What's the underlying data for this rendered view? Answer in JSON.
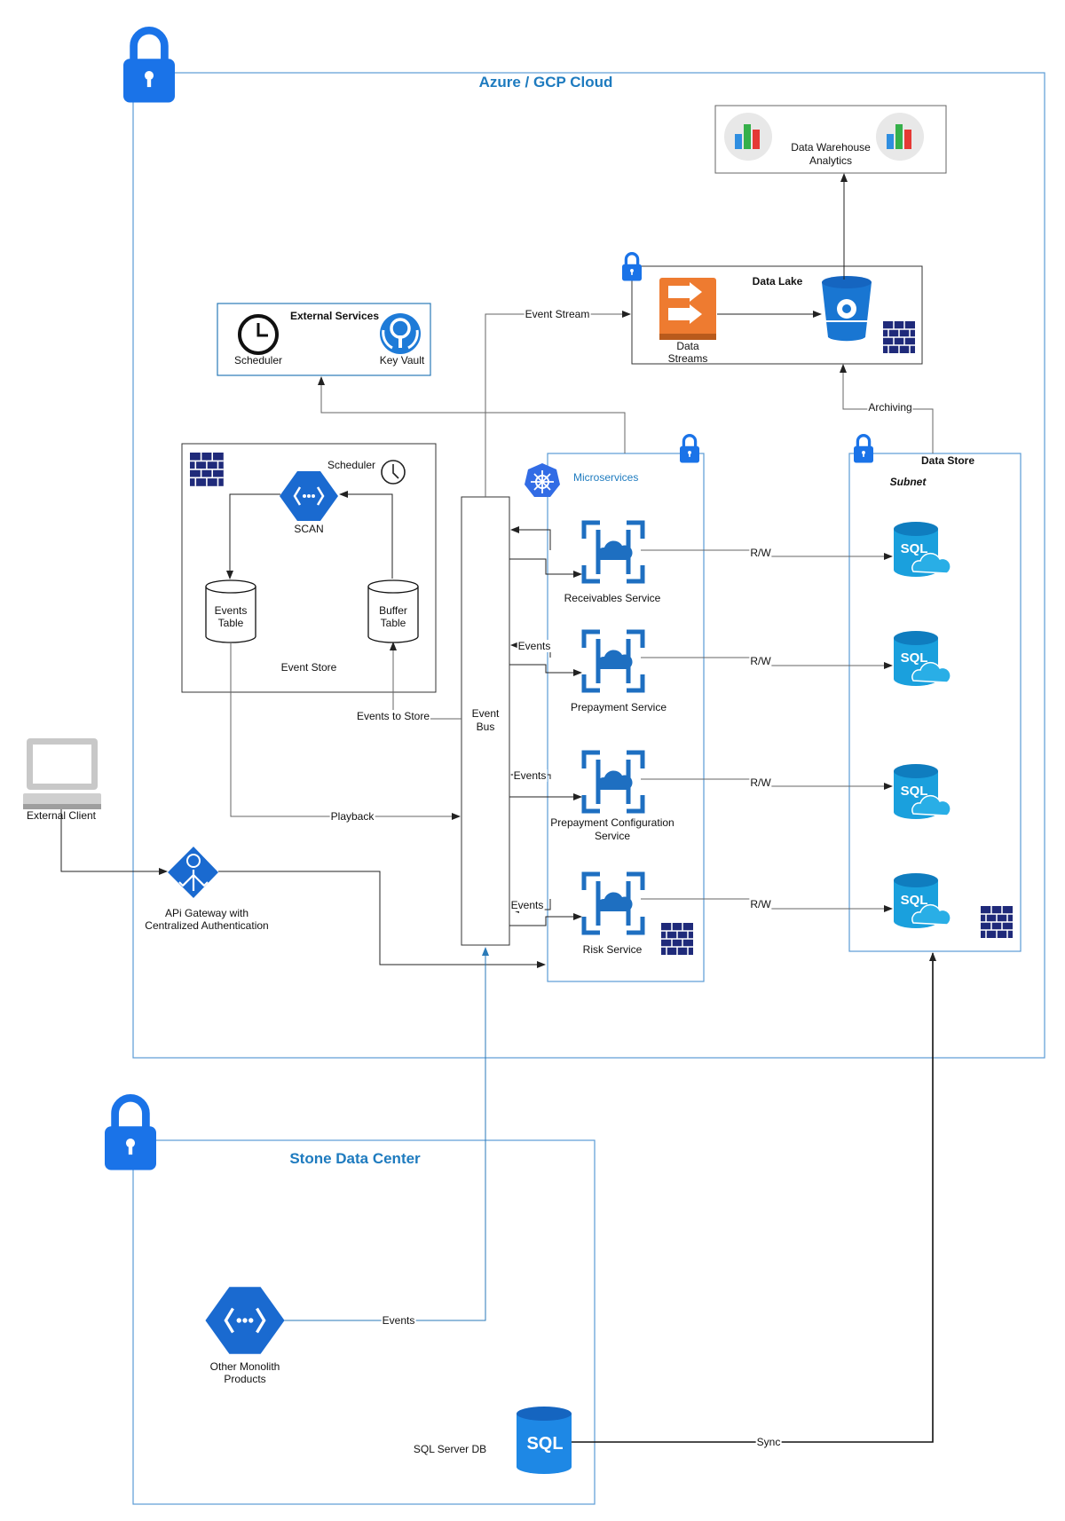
{
  "regions": {
    "cloud_title": "Azure / GCP Cloud",
    "datacenter_title": "Stone Data Center"
  },
  "warehouse": {
    "label_1": "Data Warehouse",
    "label_2": "Analytics"
  },
  "data_lake": {
    "title": "Data Lake",
    "streams_1": "Data",
    "streams_2": "Streams"
  },
  "external_services": {
    "title": "External Services",
    "scheduler": "Scheduler",
    "key_vault": "Key Vault"
  },
  "event_store": {
    "title": "Event Store",
    "scheduler": "Scheduler",
    "scan": "SCAN",
    "events_table_1": "Events",
    "events_table_2": "Table",
    "buffer_table_1": "Buffer",
    "buffer_table_2": "Table"
  },
  "event_bus": {
    "line_1": "Event",
    "line_2": "Bus"
  },
  "microservices": {
    "title": "Microservices",
    "services": [
      "Receivables Service",
      "Prepayment Service",
      "Prepayment Configuration",
      "Service",
      "Risk Service"
    ]
  },
  "data_store": {
    "title": "Data Store",
    "subnet": "Subnet",
    "sql": "SQL"
  },
  "client": {
    "label": "External Client"
  },
  "gateway": {
    "line_1": "APi Gateway with",
    "line_2": "Centralized Authentication"
  },
  "monolith": {
    "line_1": "Other Monolith",
    "line_2": "Products"
  },
  "sql_server": {
    "label": "SQL Server DB",
    "sql": "SQL"
  },
  "edges": {
    "event_stream": "Event Stream",
    "archiving": "Archiving",
    "events_to_store": "Events to Store",
    "playback": "Playback",
    "events": "Events",
    "rw": "R/W",
    "sync": "Sync"
  },
  "colors": {
    "region_border": "#5b9bd5",
    "title_blue": "#1e7bbf",
    "lock_blue": "#1a73e8",
    "azure_blue": "#1e6fc1",
    "sql_blue": "#1aa0dd",
    "firewall_navy": "#1f2a7a",
    "streams_orange": "#ee7b30",
    "arrow_dark": "#222222",
    "arrow_blue": "#2a7ab8"
  }
}
